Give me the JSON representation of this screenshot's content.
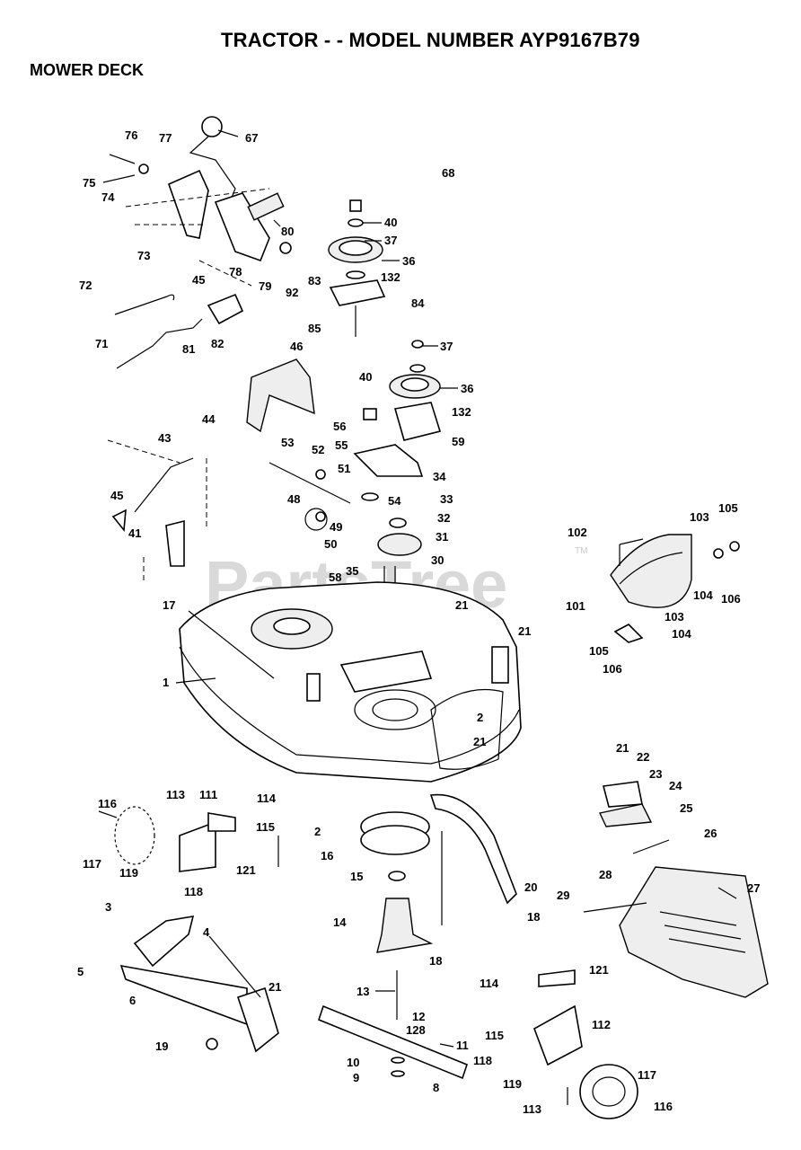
{
  "header": {
    "title": "TRACTOR - - MODEL NUMBER AYP9167B79",
    "subtitle": "MOWER DECK"
  },
  "watermark": {
    "text": "PartsTree",
    "trademark": "TM"
  },
  "callouts": [
    "76",
    "77",
    "67",
    "75",
    "74",
    "73",
    "80",
    "78",
    "79",
    "92",
    "72",
    "45",
    "81",
    "82",
    "71",
    "68",
    "40",
    "37",
    "36",
    "83",
    "132",
    "84",
    "85",
    "46",
    "44",
    "37",
    "40",
    "36",
    "56",
    "132",
    "59",
    "53",
    "52",
    "55",
    "51",
    "34",
    "48",
    "54",
    "33",
    "49",
    "32",
    "50",
    "31",
    "30",
    "35",
    "58",
    "43",
    "45",
    "41",
    "102",
    "103",
    "105",
    "101",
    "104",
    "106",
    "103",
    "105",
    "104",
    "106",
    "17",
    "21",
    "21",
    "1",
    "2",
    "21",
    "116",
    "113",
    "111",
    "114",
    "115",
    "117",
    "119",
    "121",
    "118",
    "2",
    "16",
    "15",
    "20",
    "14",
    "18",
    "18",
    "21",
    "22",
    "23",
    "24",
    "25",
    "26",
    "27",
    "28",
    "29",
    "3",
    "4",
    "5",
    "21",
    "6",
    "19",
    "13",
    "12",
    "128",
    "11",
    "10",
    "9",
    "8",
    "114",
    "121",
    "115",
    "112",
    "118",
    "119",
    "117",
    "113",
    "116"
  ]
}
